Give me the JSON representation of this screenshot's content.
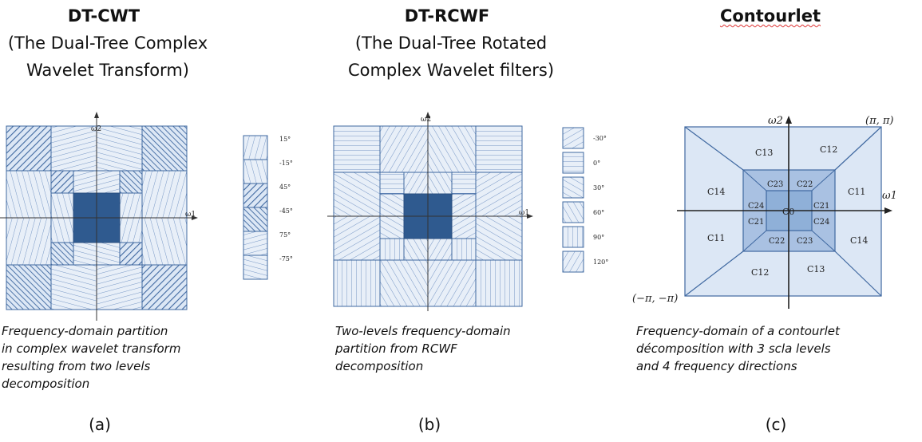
{
  "panel_a": {
    "title": "DT-CWT",
    "subtitle_line1": "(The Dual-Tree Complex",
    "subtitle_line2": "Wavelet Transform)",
    "axis_y": "ω2",
    "axis_x": "ω1",
    "legend": [
      "15°",
      "-15°",
      "45°",
      "-45°",
      "75°",
      "-75°"
    ],
    "caption_lines": [
      "Frequency-domain  partition",
      "in complex wavelet transform",
      "resulting from two levels",
      "decomposition"
    ],
    "label": "(a)"
  },
  "panel_b": {
    "title": "DT-RCWF",
    "subtitle_line1": "(The Dual-Tree Rotated",
    "subtitle_line2": "Complex Wavelet filters)",
    "axis_y": "ω2",
    "axis_x": "ω1",
    "legend": [
      "-30°",
      "0°",
      "30°",
      "60°",
      "90°",
      "120°"
    ],
    "caption_lines": [
      "Two-levels frequency-domain",
      "partition from RCWF",
      "decomposition"
    ],
    "label": "(b)"
  },
  "panel_c": {
    "title": "Contourlet",
    "axis_y": "ω2",
    "axis_x": "ω1",
    "corner_top": "(π, π)",
    "corner_bottom": "(−π, −π)",
    "center": "C0",
    "outer": [
      "C13",
      "C12",
      "C14",
      "C11",
      "C11",
      "C14",
      "C12",
      "C13"
    ],
    "inner": [
      "C23",
      "C22",
      "C24",
      "C21",
      "C21",
      "C24",
      "C22",
      "C23"
    ],
    "caption_lines": [
      "Frequency-domain of a contourlet",
      "décomposition  with 3 scla levels",
      "and 4 frequency directions"
    ],
    "label": "(c)"
  },
  "colors": {
    "fill_light": "#dce7f5",
    "fill_mid": "#8fb0d8",
    "fill_dark": "#2f5a8f",
    "line": "#3f68a0"
  }
}
